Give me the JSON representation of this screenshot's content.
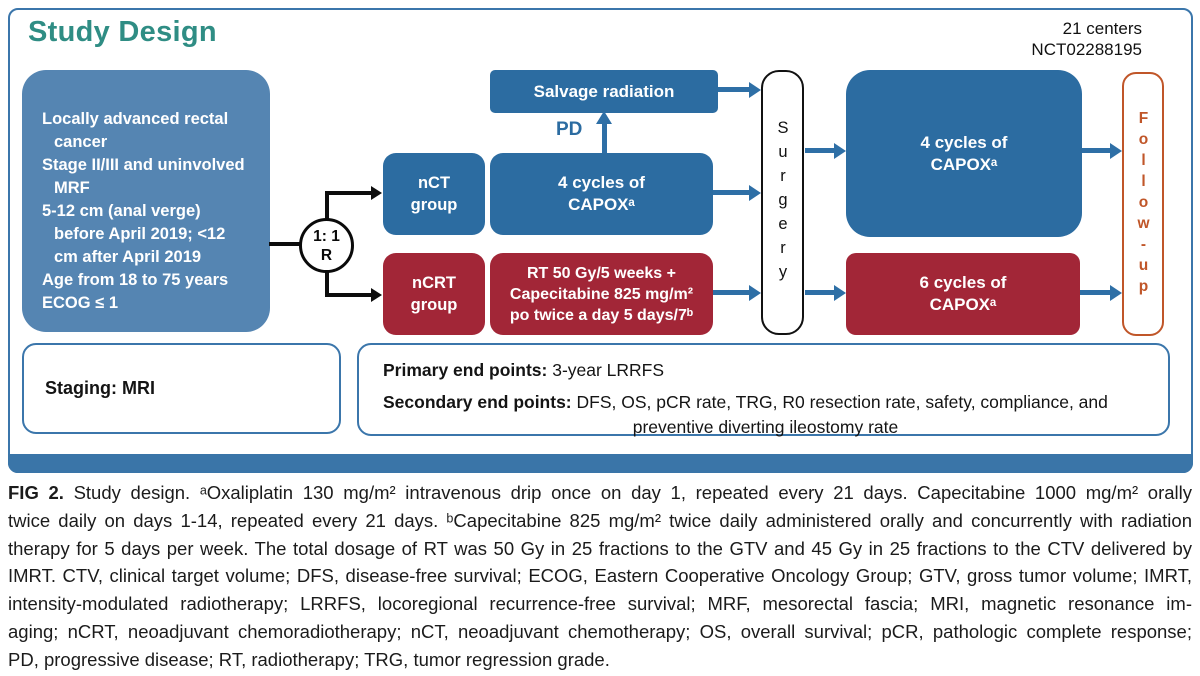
{
  "title": "Study Design",
  "trial_info": {
    "centers": "21 centers",
    "registry_id": "NCT02288195"
  },
  "eligibility": {
    "lines": [
      "Locally advanced rectal",
      "cancer",
      "Stage II/III and uninvolved",
      "MRF",
      "5-12 cm (anal verge)",
      "before April 2019; <12",
      "cm after April 2019",
      "Age from 18 to 75 years",
      "ECOG ≤ 1"
    ]
  },
  "randomization": {
    "ratio": "1: 1",
    "letter": "R"
  },
  "flow": {
    "salvage_label": "Salvage radiation",
    "pd_label": "PD",
    "nct_group": {
      "line1": "nCT",
      "line2": "group"
    },
    "nct_treatment": {
      "line1": "4 cycles of",
      "line2": "CAPOXᵃ"
    },
    "ncrt_group": {
      "line1": "nCRT",
      "line2": "group"
    },
    "ncrt_treatment": {
      "line1": "RT 50 Gy/5 weeks +",
      "line2": "Capecitabine 825 mg/m²",
      "line3": "po twice a day 5 days/7ᵇ"
    },
    "surgery_label": "Surgery",
    "adjuvant_nct": {
      "line1": "4 cycles of",
      "line2": "CAPOXᵃ"
    },
    "adjuvant_ncrt": {
      "line1": "6 cycles of",
      "line2": "CAPOXᵃ"
    },
    "followup_label": "Follow-up"
  },
  "staging": {
    "label": "Staging: MRI"
  },
  "endpoints": {
    "primary_label": "Primary end points:",
    "primary_value": " 3-year LRRFS",
    "secondary_label": "Secondary end points:",
    "secondary_value": " DFS, OS, pCR rate, TRG, R0 resection rate, safety, compliance, and",
    "secondary_value_line2": "preventive diverting ileostomy rate"
  },
  "caption": {
    "fig_label": "FIG 2.",
    "line1": " Study design. ᵃOxaliplatin 130 mg/m² intravenous drip once on day 1, repeated every 21 days. Capecitabine 1000 mg/m² orally",
    "line2": "twice daily on days 1-14, repeated every 21 days. ᵇCapecitabine 825 mg/m² twice daily administered orally and concurrently with radiation",
    "line3": "therapy for 5 days per week. The total dosage of RT was 50 Gy in 25 fractions to the GTV and 45 Gy in 25 fractions to the CTV delivered by",
    "line4": "IMRT. CTV, clinical target volume; DFS, disease-free survival; ECOG, Eastern Cooperative Oncology Group; GTV, gross tumor volume; IMRT,",
    "line5": "intensity-modulated radiotherapy; LRRFS, locoregional recurrence-free survival; MRF, mesorectal fascia; MRI, magnetic resonance im-",
    "line6": "aging; nCRT, neoadjuvant chemoradiotherapy; nCT, neoadjuvant chemotherapy; OS, overall survival; pCR, pathologic complete response;",
    "line7": "PD, progressive disease; RT, radiotherapy; TRG, tumor regression grade."
  },
  "colors": {
    "accent_teal": "#2F8D84",
    "steel_blue_fill": "#5585B2",
    "dark_blue_fill": "#2C6CA1",
    "red_fill": "#A22637",
    "border_blue": "#3B76AB",
    "footer_bar_blue": "#3A75A8",
    "arrow_blue": "#2E6FA6",
    "followup_orange": "#C05629"
  }
}
